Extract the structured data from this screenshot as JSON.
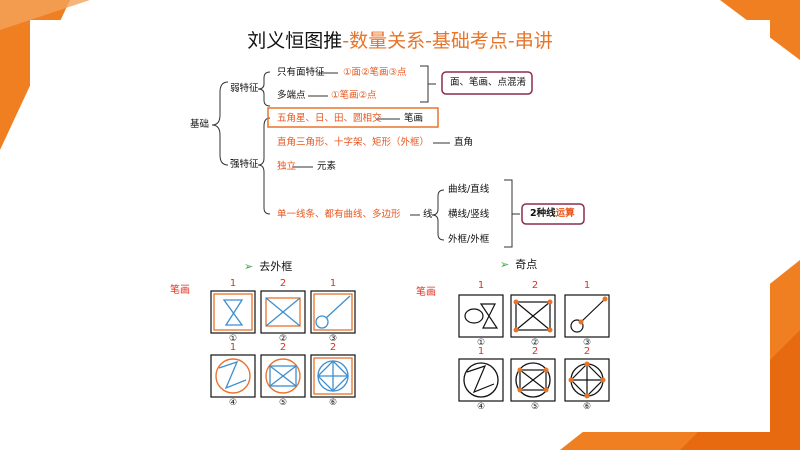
{
  "title": {
    "main": "刘义恒图推",
    "sub": "-数量关系-基础考点-串讲"
  },
  "tree": {
    "root": "基础",
    "weak": {
      "label": "弱特征",
      "row1": {
        "text": "只有面特征",
        "value": "①面②笔画③点"
      },
      "row2": {
        "text": "多端点",
        "value": "①笔画②点"
      },
      "note": "面、笔画、点混淆"
    },
    "strong": {
      "label": "强特征",
      "row1": {
        "value": "五角星、日、田、圆相交",
        "result": "笔画"
      },
      "row2": {
        "value": "直角三角形、十字架、矩形（外框）",
        "result": "直角"
      },
      "row3": {
        "value": "独立",
        "result": "元素"
      },
      "row4": {
        "value": "单一线条、都有曲线、多边形",
        "result": "线"
      },
      "line_items": [
        "曲线/直线",
        "横线/竖线",
        "外框/外框"
      ],
      "op_prefix": "2种线",
      "op_highlight": "运算"
    }
  },
  "section_left": {
    "heading": "去外框",
    "row_label": "笔画",
    "top_numbers": [
      "1",
      "2",
      "1"
    ],
    "top_captions": [
      "①",
      "②",
      "③"
    ],
    "bottom_numbers": [
      "1",
      "2",
      "2"
    ],
    "bottom_captions": [
      "④",
      "⑤",
      "⑥"
    ]
  },
  "section_right": {
    "heading": "奇点",
    "row_label": "笔画",
    "top_numbers": [
      "1",
      "2",
      "1"
    ],
    "top_captions": [
      "①",
      "②",
      "③"
    ],
    "bottom_numbers": [
      "1",
      "2",
      "2"
    ],
    "bottom_captions": [
      "④",
      "⑤",
      "⑥"
    ]
  },
  "colors": {
    "accent": "#e8742a",
    "orange_text": "#e8561e",
    "red_number": "#e03020",
    "figure_blue": "#3d8fd1",
    "note_border": "#8b2d4a"
  }
}
